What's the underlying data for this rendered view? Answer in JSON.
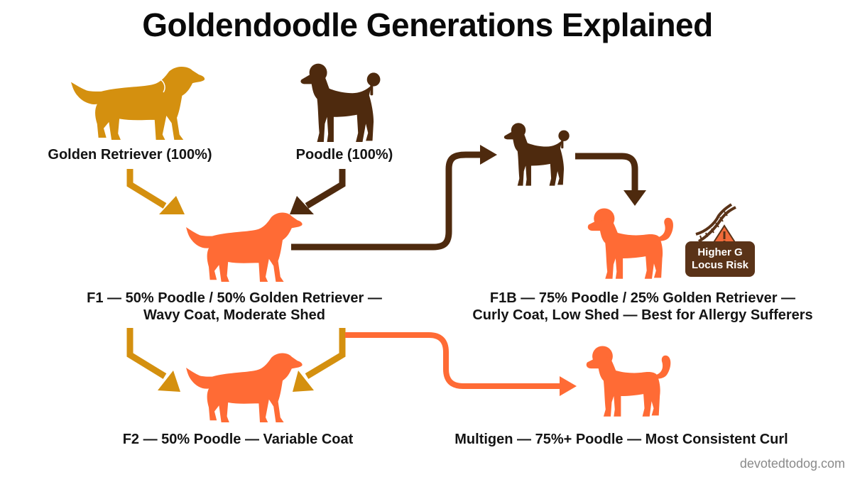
{
  "title": "Goldendoodle Generations Explained",
  "colors": {
    "golden": "#D4900F",
    "poodle": "#4E2A0E",
    "doodle": "#FF6B35",
    "badge_bg": "#5A3318",
    "warning": "#F26B3A"
  },
  "nodes": {
    "golden_retriever": {
      "label": "Golden Retriever (100%)",
      "icon": "golden-retriever-silhouette"
    },
    "poodle": {
      "label": "Poodle (100%)",
      "icon": "poodle-silhouette"
    },
    "poodle_backcross": {
      "icon": "poodle-silhouette"
    },
    "f1": {
      "line1": "F1 — 50% Poodle / 50% Golden Retriever —",
      "line2": "Wavy Coat, Moderate Shed",
      "icon": "f1-goldendoodle-silhouette"
    },
    "f1b": {
      "line1": "F1B — 75% Poodle / 25% Golden Retriever —",
      "line2": "Curly Coat, Low Shed — Best for Allergy Sufferers",
      "icon": "f1b-goldendoodle-silhouette"
    },
    "f2": {
      "label": "F2 — 50% Poodle — Variable Coat",
      "icon": "f2-goldendoodle-silhouette"
    },
    "multigen": {
      "label": "Multigen — 75%+ Poodle — Most Consistent Curl",
      "icon": "multigen-goldendoodle-silhouette"
    }
  },
  "badge": {
    "line1": "Higher G",
    "line2": "Locus Risk",
    "icons": [
      "dna-icon",
      "warning-icon"
    ]
  },
  "watermark": "devotedtodog.com"
}
